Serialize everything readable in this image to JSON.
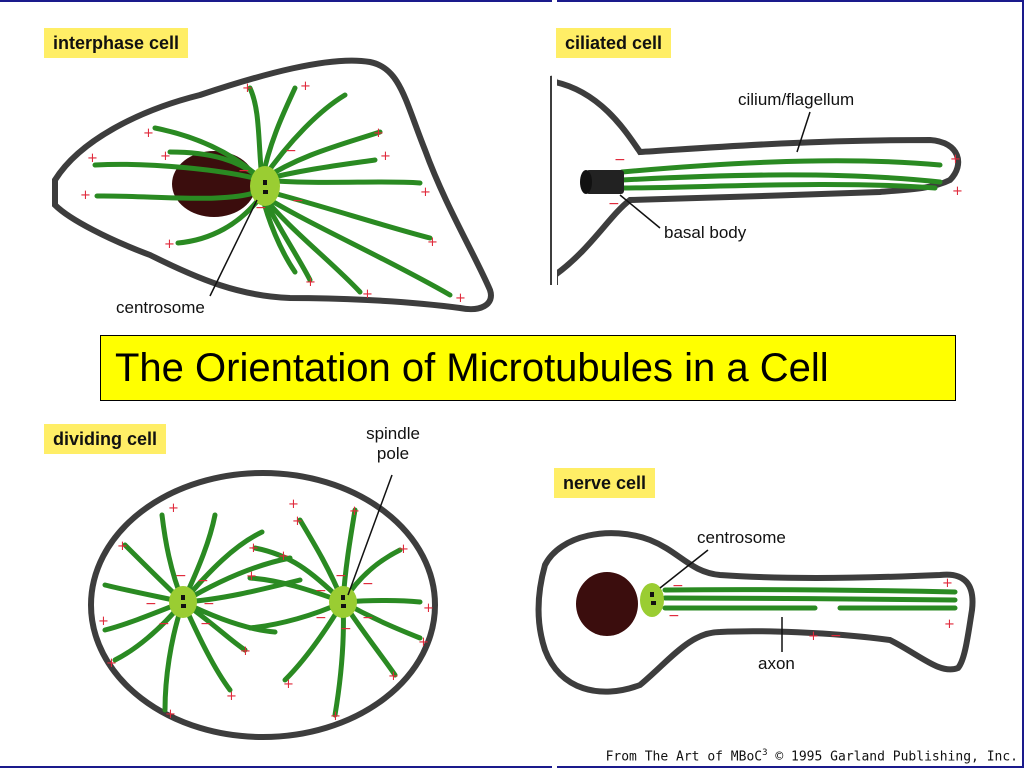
{
  "title": "The Orientation of Microtubules in a Cell",
  "panels": {
    "interphase": {
      "tag": "interphase cell",
      "centrosome_label": "centrosome"
    },
    "ciliated": {
      "tag": "ciliated cell",
      "cilium_label": "cilium/flagellum",
      "basal_body_label": "basal body"
    },
    "dividing": {
      "tag": "dividing cell",
      "spindle_label_line1": "spindle",
      "spindle_label_line2": "pole"
    },
    "nerve": {
      "tag": "nerve cell",
      "centrosome_label": "centrosome",
      "axon_label": "axon"
    }
  },
  "credit": {
    "prefix": "From The Art of MBoC",
    "superscript": "3",
    "suffix": " © 1995 Garland Publishing, Inc."
  },
  "colors": {
    "title_background": "#ffff00",
    "tag_background": "#ffee66",
    "microtubule": "#2a8a22",
    "centrosome": "#9acd32",
    "nucleus": "#3b0d0d",
    "plus_minus_marks": "#e0283a",
    "frame": "#1a1a8c"
  }
}
